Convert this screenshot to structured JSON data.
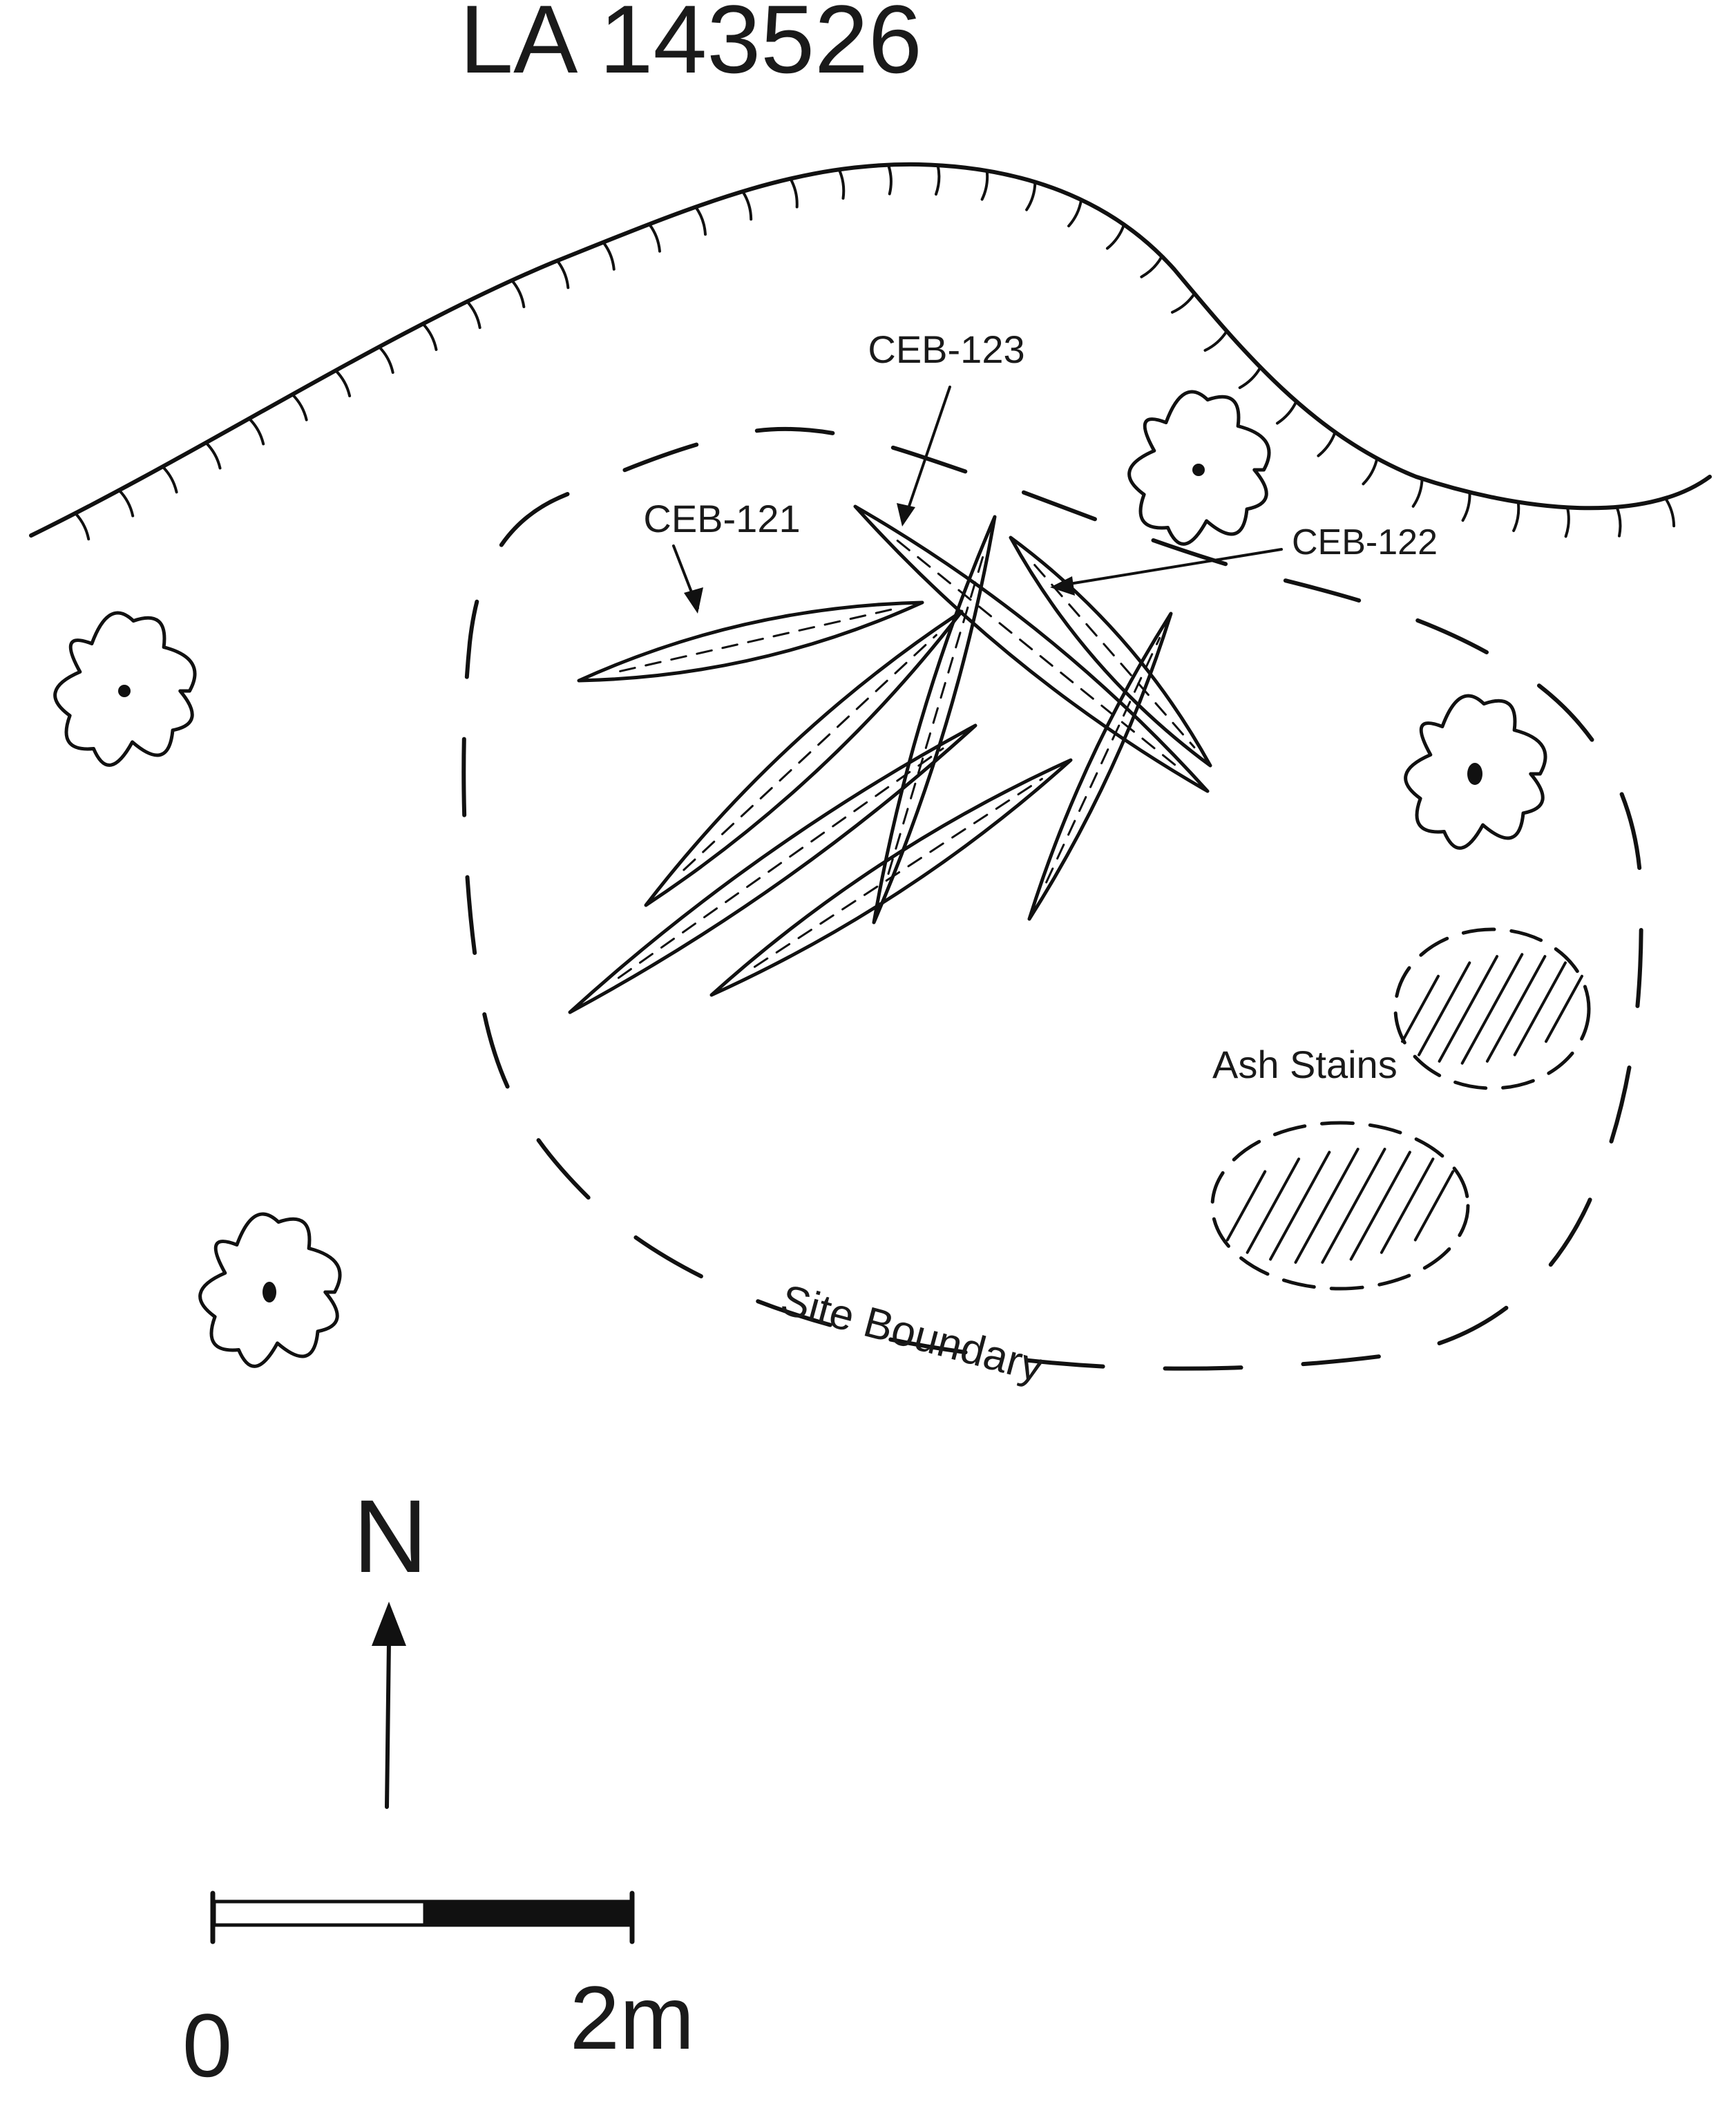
{
  "map": {
    "title": "LA 143526",
    "labels": {
      "ceb_121": "CEB-121",
      "ceb_122": "CEB-122",
      "ceb_123": "CEB-123",
      "ash_stains": "Ash Stains",
      "site_boundary": "Site Boundary"
    },
    "north_arrow": {
      "label": "N"
    },
    "scale_bar": {
      "start_label": "0",
      "end_label": "2m"
    },
    "colors": {
      "ink": "#111111",
      "paper": "#ffffff"
    }
  }
}
